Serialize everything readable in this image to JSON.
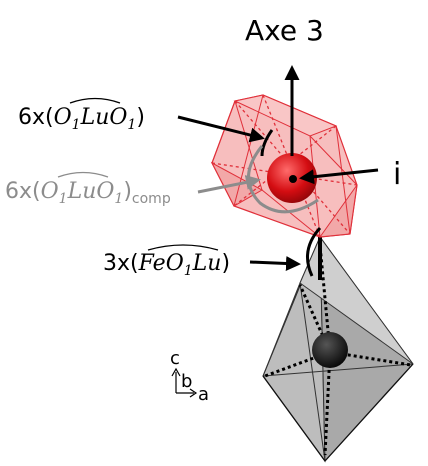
{
  "axis_title": "Axe 3",
  "inversion_label": "i",
  "angle_labels": {
    "o_lu_o": {
      "count": "6x(",
      "sym1": "O",
      "sub1": "1",
      "sym2": "LuO",
      "sub2": "1",
      "close": ")"
    },
    "o_lu_o_comp": {
      "count": "6x(",
      "sym1": "O",
      "sub1": "1",
      "sym2": "LuO",
      "sub2": "1",
      "close": ")",
      "suffix": "comp"
    },
    "fe_o_lu": {
      "count": "3x(",
      "sym": "FeO",
      "sub": "1",
      "sym2": "Lu",
      "close": ")"
    }
  },
  "axes_legend": {
    "c": "c",
    "b": "b",
    "a": "a"
  },
  "colors": {
    "lu_polyhedron_fill": "#f4a8a8",
    "lu_polyhedron_edge": "#e0303a",
    "lu_atom": "#d40d12",
    "fe_polyhedron_fill": "#c9c9c9",
    "fe_atom": "#111111",
    "comp_label": "#8c8c8c"
  }
}
